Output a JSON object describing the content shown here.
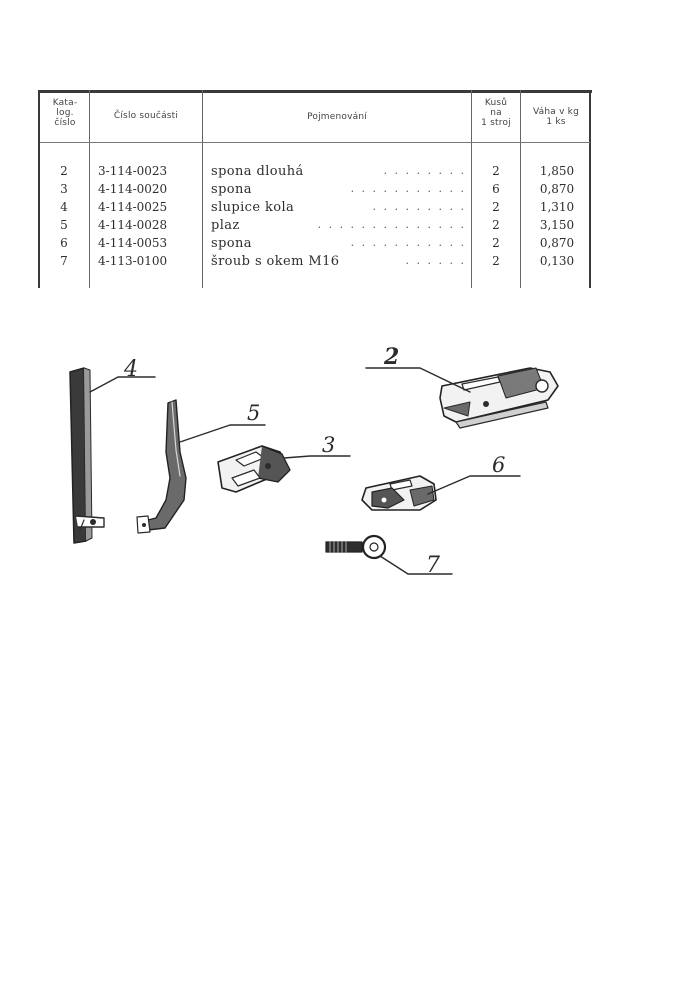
{
  "table": {
    "headers": {
      "catalog": [
        "Kata-",
        "log.",
        "číslo"
      ],
      "part_number": "Číslo součásti",
      "name": "Pojmenování",
      "quantity": [
        "Kusů",
        "na",
        "1 stroj"
      ],
      "weight": [
        "Váha v kg",
        "1 ks"
      ]
    },
    "rows": [
      {
        "cat": "2",
        "part": "3-114-0023",
        "name": "spona  dlouhá",
        "qty": "2",
        "weight": "1,850"
      },
      {
        "cat": "3",
        "part": "4-114-0020",
        "name": "spona",
        "qty": "6",
        "weight": "0,870"
      },
      {
        "cat": "4",
        "part": "4-114-0025",
        "name": "slupice  kola",
        "qty": "2",
        "weight": "1,310"
      },
      {
        "cat": "5",
        "part": "4-114-0028",
        "name": " plaz",
        "qty": "2",
        "weight": "3,150"
      },
      {
        "cat": "6",
        "part": "4-114-0053",
        "name": "spona",
        "qty": "2",
        "weight": "0,870"
      },
      {
        "cat": "7",
        "part": "4-113-0100",
        "name": "šroub  s  okem  M16",
        "qty": "2",
        "weight": "0,130"
      }
    ]
  },
  "callouts": {
    "p2": "2",
    "p3": "3",
    "p4": "4",
    "p5": "5",
    "p6": "6",
    "p7": "7"
  },
  "colors": {
    "ink": "#2b2b2b",
    "paper": "#ffffff"
  }
}
